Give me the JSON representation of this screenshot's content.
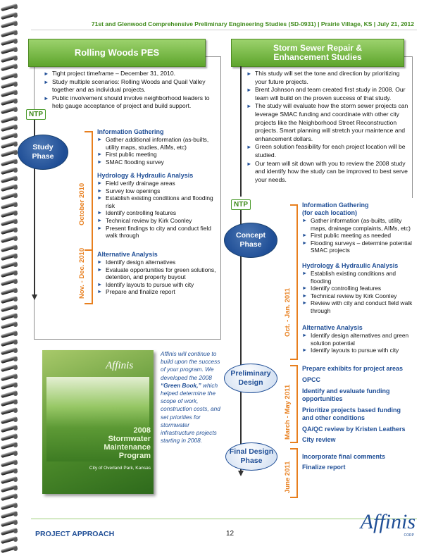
{
  "header": {
    "text": "71st and Glenwood Comprehensive Preliminary Engineering Studies (SD-0931)  |  Prairie Village, KS  |  July 21, 2012"
  },
  "left": {
    "banner": "Rolling Woods PES",
    "bullets": [
      "Tight project timeframe – December 31, 2010.",
      "Study multiple scenarios: Rolling Woods and Quail Valley together and as individual projects.",
      "Public involvement should involve neighborhood leaders to help gauge acceptance of project and build support."
    ],
    "ntp": "NTP",
    "phase": "Study Phase",
    "dates": [
      "October 2010",
      "Nov. - Dec. 2010"
    ],
    "sections": [
      {
        "title": "Information Gathering",
        "items": [
          "Gather additional information (as-builts, utility maps, studies, AIMs, etc)",
          "First public meeting",
          "SMAC flooding survey"
        ]
      },
      {
        "title": "Hydrology & Hydraulic Analysis",
        "items": [
          "Field verify drainage areas",
          "Survey low openings",
          "Establish existing conditions and flooding risk",
          "Identify controlling features",
          "Technical review by Kirk Coonley",
          "Present findings to city and conduct field walk through"
        ]
      },
      {
        "title": "Alternative Analysis",
        "items": [
          "Identify design alternatives",
          "Evaluate opportunities for green solutions, detention, and property buyout",
          "Identify layouts to pursue with city",
          "Prepare and finalize report"
        ]
      }
    ]
  },
  "right": {
    "banner": "Storm Sewer Repair & Enhancement Studies",
    "bullets": [
      "This study will set the tone and direction by prioritizing your future projects.",
      "Brent Johnson and team created first study in 2008. Our team will build on the proven success of that study.",
      "The study will evaluate how the storm sewer projects can leverage SMAC funding and coordinate with other city projects like the Neighborhood Street Reconstruction projects. Smart planning will stretch your maintence and enhancement dollars.",
      "Green solution feasibility for each project location will be studied.",
      "Our team will sit down with you to review the 2008 study and identify how the study can be improved to best serve your needs."
    ],
    "ntp": "NTP",
    "concept_phase": "Concept Phase",
    "concept_date": "Oct. - Jan. 2011",
    "concept_sections": [
      {
        "title": "Information Gathering (for each location)",
        "items": [
          "Gather information (as-builts, utility maps, drainage complaints, AIMs, etc)",
          "First public meeting as needed",
          "Flooding surveys – determine potential SMAC projects"
        ]
      },
      {
        "title": "Hydrology & Hydraulic Analysis",
        "items": [
          "Establish existing conditions and flooding",
          "Identify controlling features",
          "Technical review by Kirk Coonley",
          "Review with city and conduct field walk through"
        ]
      },
      {
        "title": "Alternative Analysis",
        "items": [
          "Identify design alternatives and green solution potential",
          "Identify layouts to pursue with city"
        ]
      }
    ],
    "prelim_phase": "Preliminary Design",
    "prelim_date": "March - May 2011",
    "prelim_items": [
      "Prepare exhibits for project areas",
      "OPCC",
      "Identify and evaluate funding opportunities",
      "Prioritize projects based funding and other conditions",
      "QA/QC review by Kristen Leathers",
      "City review"
    ],
    "final_phase": "Final Design Phase",
    "final_date": "June 2011",
    "final_items": [
      "Incorporate final comments",
      "Finalize report"
    ]
  },
  "book": {
    "logo": "Affinis",
    "title": "2008 Stormwater Maintenance Program",
    "subtitle": "City of Overland Park, Kansas",
    "note_1": "Affinis will continue to build upon the success of your program.  We developed the 2008 ",
    "note_green": "“Green Book,”",
    "note_2": " which helped determine the scope of work, construction costs, and set priorities for stormwater infrastructure projects starting in 2008."
  },
  "footer": {
    "title": "PROJECT APPROACH",
    "page": "12",
    "logo": "Affinis",
    "logo_sub": "CORP"
  },
  "colors": {
    "accent_green": "#5ea52c",
    "accent_blue": "#1f4e96",
    "accent_orange": "#e87f1e"
  }
}
